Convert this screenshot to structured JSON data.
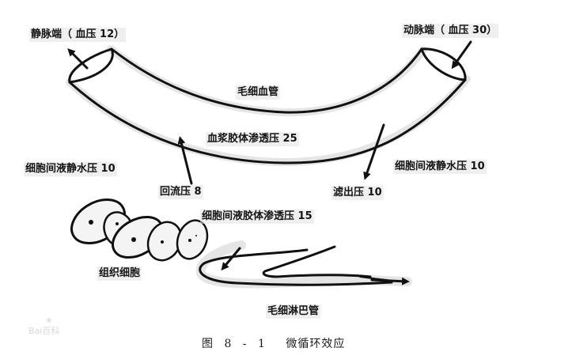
{
  "figure": {
    "caption_number": "图 8 - 1",
    "caption_title": "微循环效应",
    "watermark": "Bai百科"
  },
  "structures": {
    "capillary": "毛细血管",
    "lymph_capillary": "毛细淋巴管",
    "tissue_cells": "组织细胞"
  },
  "labels": {
    "venous_end": "静脉端（ 血压 12）",
    "arterial_end": "动脉端（ 血压 30）",
    "plasma_colloid_osmotic": "血浆胶体渗透压 25",
    "interstitial_hydrostatic_left": "细胞间液静水压 10",
    "interstitial_hydrostatic_right": "细胞间液静水压 10",
    "reabsorption_pressure": "回流压 8",
    "filtration_pressure": "滤出压 10",
    "interstitial_colloid_osmotic": "细胞间液胶体渗透压 15"
  },
  "values": {
    "venous_blood_pressure": 12,
    "arterial_blood_pressure": 30,
    "plasma_colloid_osmotic_pressure": 25,
    "interstitial_hydrostatic_pressure": 10,
    "interstitial_colloid_osmotic_pressure": 15,
    "reabsorption_pressure": 8,
    "filtration_pressure": 10
  },
  "arrows": [
    {
      "id": "venous-outflow",
      "direction": "out of venous end, up-left"
    },
    {
      "id": "arterial-inflow",
      "direction": "into arterial end, down-left"
    },
    {
      "id": "reabsorption",
      "direction": "from tissue up into capillary"
    },
    {
      "id": "filtration",
      "direction": "from capillary down into tissue"
    },
    {
      "id": "lymph-entry",
      "direction": "into lymph capillary"
    },
    {
      "id": "lymph-outflow",
      "direction": "out along lymph capillary, right"
    }
  ]
}
